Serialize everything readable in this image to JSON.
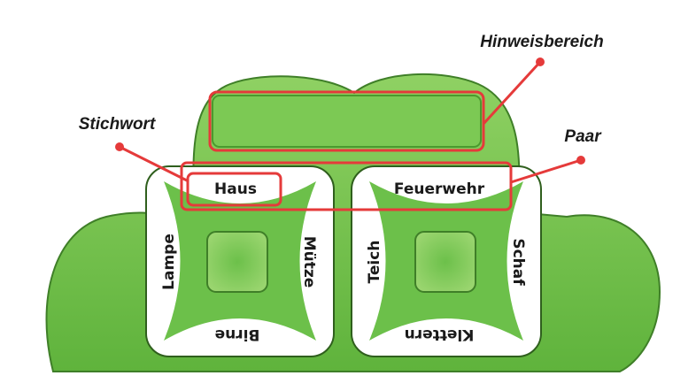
{
  "callouts": {
    "hint_area": "Hinweisbereich",
    "keyword": "Stichwort",
    "pair": "Paar"
  },
  "cards": [
    {
      "top": "Haus",
      "left": "Lampe",
      "right": "Mütze",
      "bottom": "Birne"
    },
    {
      "top": "Feuerwehr",
      "left": "Teich",
      "right": "Schaf",
      "bottom": "Klettern"
    }
  ],
  "colors": {
    "green": "#6cc04a",
    "dark_green": "#4a9a2e",
    "callout_red": "#e53a3a"
  }
}
